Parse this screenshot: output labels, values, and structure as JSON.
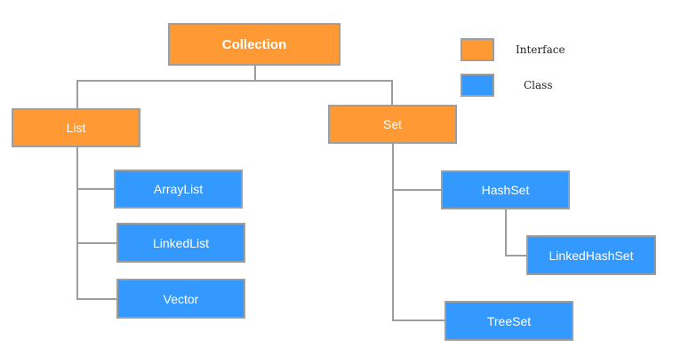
{
  "colors": {
    "interface": "#FF9933",
    "class": "#3399FF",
    "line": "#9E9E9E"
  },
  "legend": {
    "interface_label": "Interface",
    "class_label": "Class"
  },
  "nodes": {
    "collection": "Collection",
    "list": "List",
    "set": "Set",
    "array_list": "ArrayList",
    "linked_list": "LinkedList",
    "vector": "Vector",
    "hash_set": "HashSet",
    "linked_hash_set": "LinkedHashSet",
    "tree_set": "TreeSet"
  }
}
